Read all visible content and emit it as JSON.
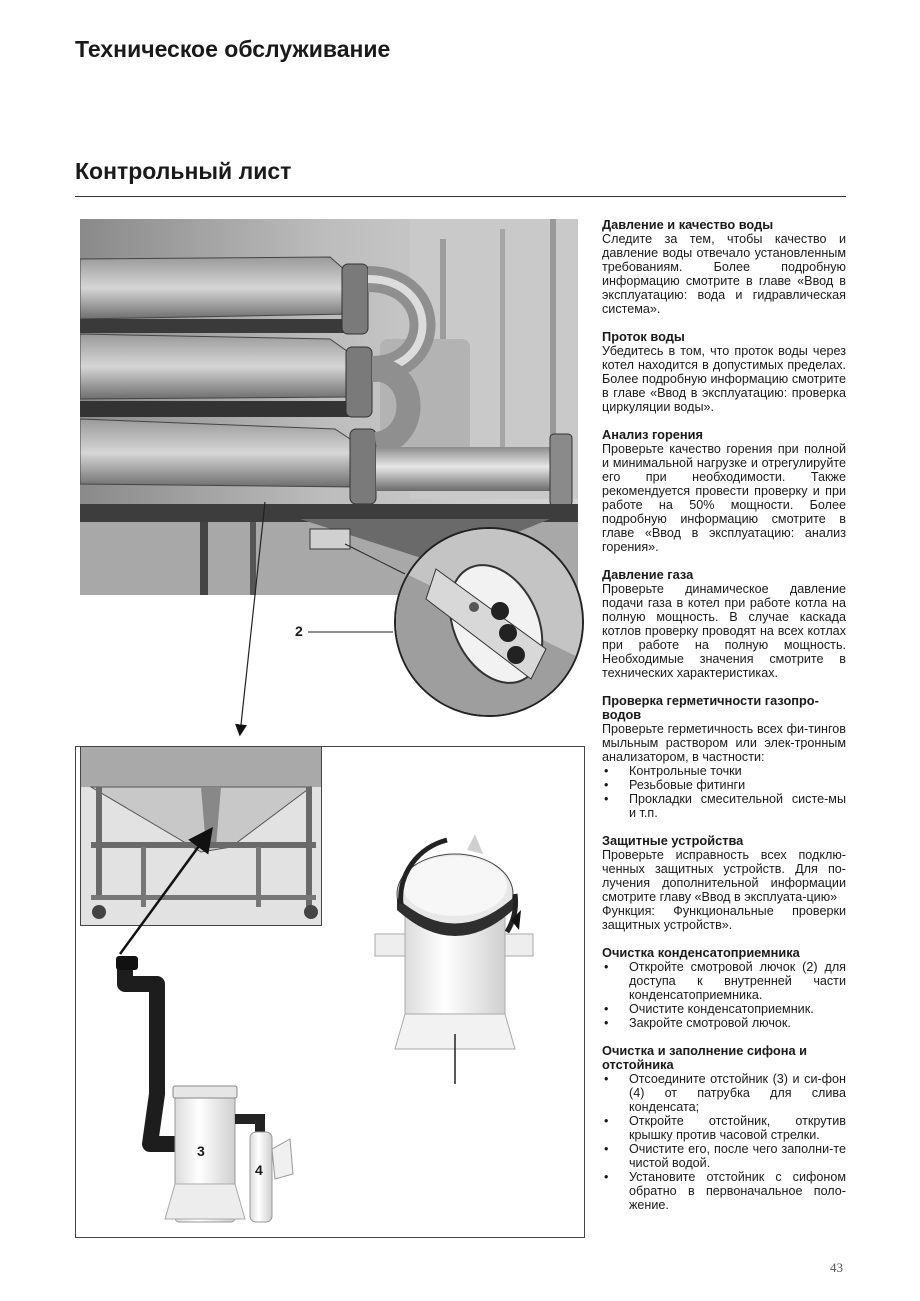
{
  "header": {
    "title": "Техническое обслуживание"
  },
  "section": {
    "title": "Контрольный лист"
  },
  "figure": {
    "callouts": {
      "opening": "2",
      "trap": "3",
      "siphon": "4"
    }
  },
  "blocks": [
    {
      "title": "Давление и качество воды",
      "paragraphs": [
        "Следите за тем, чтобы качество и давление воды отвечало установленным требованиям. Более подробную информацию смотрите в главе «Ввод в эксплуатацию: вода и гидравлическая система»."
      ]
    },
    {
      "title": "Проток воды",
      "paragraphs": [
        "Убедитесь в том, что проток воды через котел находится в допустимых пределах. Более подробную информацию смотрите в главе «Ввод в эксплуатацию: проверка циркуляции воды»."
      ]
    },
    {
      "title": "Анализ горения",
      "paragraphs": [
        "Проверьте качество горения при полной и минимальной нагрузке и отрегулируйте его при необходимости. Также рекомендуется провести проверку и при работе на 50% мощности. Более подробную информацию смотрите в главе «Ввод в эксплуатацию: анализ горения»."
      ]
    },
    {
      "title": "Давление газа",
      "paragraphs": [
        "Проверьте динамическое давление подачи газа в котел при работе котла на полную мощность. В случае каскада котлов проверку проводят на всех котлах при работе на полную мощность. Необходимые значения смотрите в технических характеристиках."
      ]
    },
    {
      "title": "Проверка герметичности газопро-водов",
      "paragraphs": [
        "Проверьте герметичность всех фи-тингов мыльным раствором или элек-тронным анализатором, в частности:"
      ],
      "items": [
        "Контрольные точки",
        "Резьбовые фитинги",
        "Прокладки смесительной систе-мы и т.п."
      ]
    },
    {
      "title": "Защитные устройства",
      "paragraphs": [
        "Проверьте исправность всех подклю-ченных защитных устройств. Для по-лучения дополнительной информации смотрите главу «Ввод в эксплуата-цию»",
        "Функция: Функциональные проверки защитных устройств»."
      ]
    },
    {
      "title": "Очистка конденсатоприемника",
      "paragraphs": [],
      "items": [
        "Откройте смотровой лючок (2) для доступа к внутренней части конденсатоприемника.",
        "Очистите конденсатоприемник.",
        "Закройте смотровой лючок."
      ]
    },
    {
      "title": "Очистка и заполнение сифона и отстойника",
      "paragraphs": [],
      "items": [
        "Отсоедините отстойник (3) и си-фон (4) от патрубка для слива конденсата;",
        "Откройте отстойник, открутив крышку против часовой стрелки.",
        "Очистите его, после чего заполни-те чистой водой.",
        "Установите отстойник с сифоном обратно в первоначальное поло-жение."
      ]
    }
  ],
  "footer": {
    "page_number": "43"
  }
}
